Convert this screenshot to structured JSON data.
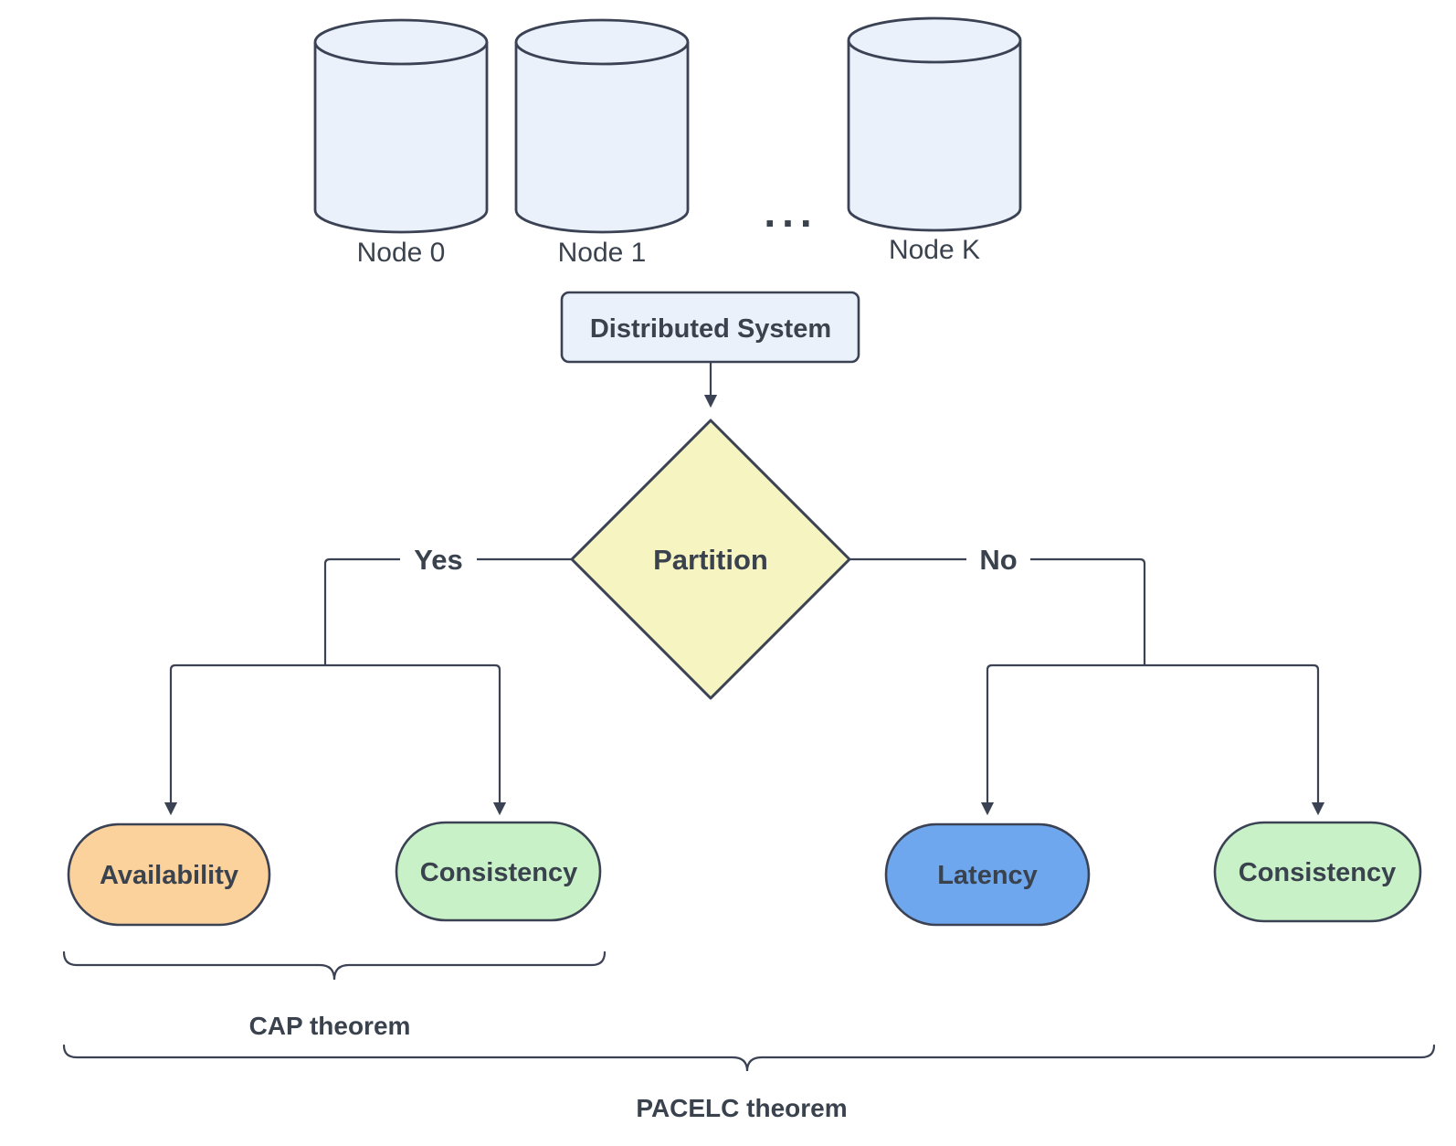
{
  "nodes": [
    {
      "id": "node0",
      "label": "Node 0"
    },
    {
      "id": "node1",
      "label": "Node 1"
    },
    {
      "id": "nodeK",
      "label": "Node K"
    }
  ],
  "ellipsis": "...",
  "system_box": {
    "label": "Distributed System",
    "fill": "#EAF1FB"
  },
  "decision": {
    "label": "Partition",
    "fill": "#F6F5C2"
  },
  "edges": {
    "yes_label": "Yes",
    "no_label": "No"
  },
  "outcomes": {
    "availability": {
      "label": "Availability",
      "fill": "#FBD19C"
    },
    "consistency_cap": {
      "label": "Consistency",
      "fill": "#C8F1C7"
    },
    "latency": {
      "label": "Latency",
      "fill": "#6EA7ED"
    },
    "consistency_else": {
      "label": "Consistency",
      "fill": "#C8F1C7"
    }
  },
  "annotations": {
    "cap_label": "CAP theorem",
    "pacelc_label": "PACELC theorem"
  },
  "colors": {
    "node_fill": "#EAF1FB",
    "stroke": "#3A4254",
    "text": "#3A424E",
    "background": "#FFFFFF"
  }
}
